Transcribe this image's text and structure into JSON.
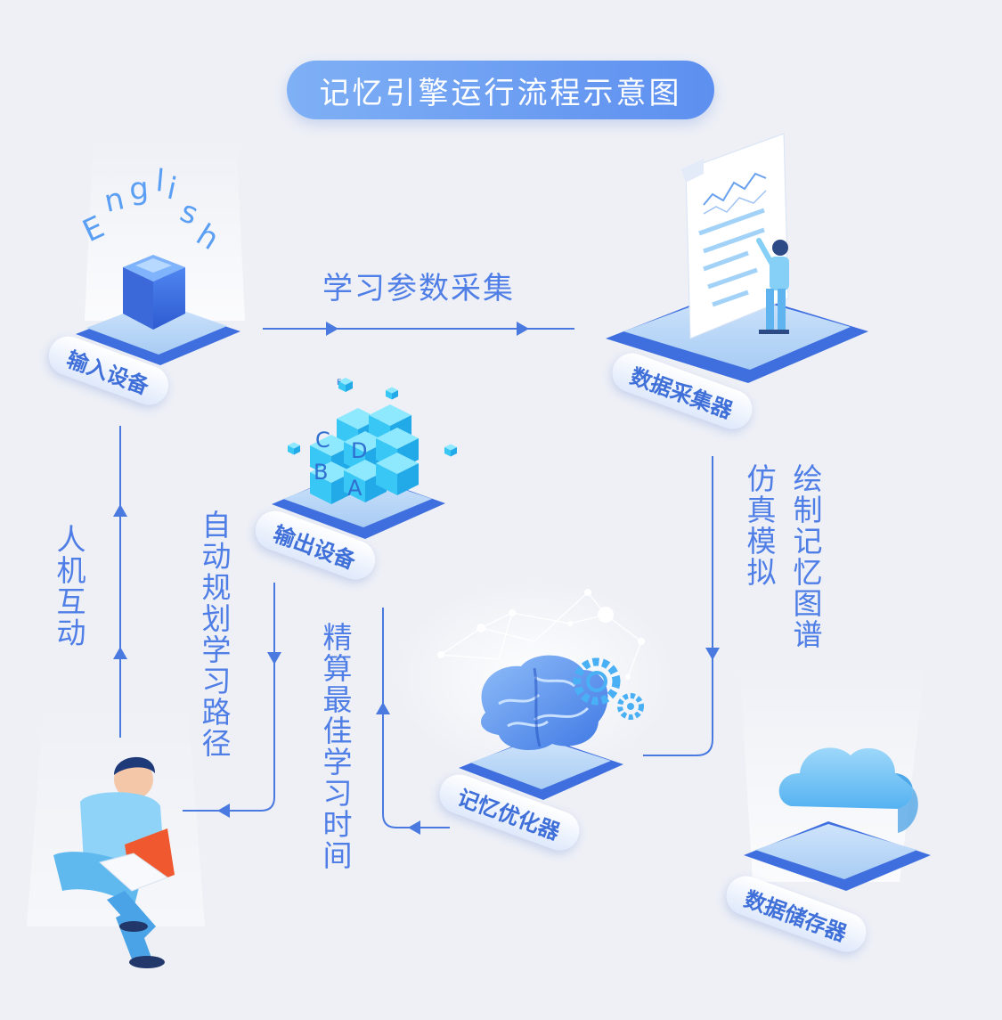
{
  "title": "记忆引擎运行流程示意图",
  "nodes": {
    "input": "输入设备",
    "collector": "数据采集器",
    "output": "输出设备",
    "optimizer": "记忆优化器",
    "storage": "数据储存器"
  },
  "flows": {
    "collect": "学习参数采集",
    "simulate": "仿真模拟",
    "draw_map": "绘制记忆图谱",
    "precise_time": "精算最佳学习时间",
    "auto_path": "自动规划学习路径",
    "interaction": "人机互动"
  },
  "word_art": "English",
  "cube_letters": [
    "C",
    "D",
    "B",
    "A",
    "F"
  ],
  "colors": {
    "accent": "#4f7ee6",
    "arrow": "#4a79e0",
    "pill": "#6a9af2"
  },
  "icons": [
    "english-letters-icon",
    "chip-box-icon",
    "report-chart-icon",
    "person-icon",
    "letter-cubes-icon",
    "brain-icon",
    "gear-icon",
    "cloud-icon",
    "laptop-user-icon"
  ]
}
